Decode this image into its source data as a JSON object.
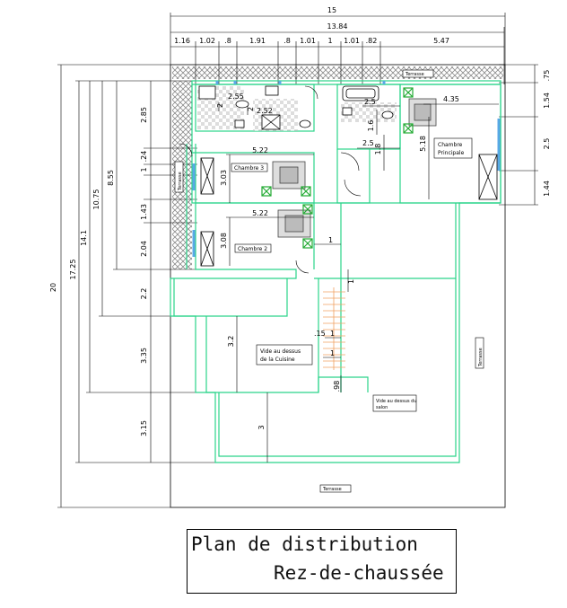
{
  "title": {
    "line1": "Plan de distribution",
    "line2": "Rez-de-chaussée"
  },
  "top_dims": {
    "overall": "15",
    "second": "13.84",
    "segments": [
      "1.16",
      "1.02",
      ".8",
      "1.91",
      ".8",
      "1.01",
      "1",
      "1.01",
      ".82",
      "5.47"
    ]
  },
  "left_dims": {
    "overall": "20",
    "second": "17.25",
    "third": "14.1",
    "fourth": "10.75",
    "fifth": "8.55",
    "segments": [
      "2.85",
      ".24",
      "1",
      "1.43",
      "2.04",
      "2.2",
      "3.35",
      "3.15"
    ]
  },
  "right_dims": {
    "segments": [
      ".75",
      "1.54",
      "2.5",
      "1.44"
    ]
  },
  "interior_dims": {
    "d_255": "2.55",
    "d_252": "2.52",
    "d_2_a": "2",
    "d_2_b": "2",
    "d_522_a": "5.22",
    "d_303": "3.03",
    "d_522_b": "5.22",
    "d_308": "3.08",
    "d_1_a": "1",
    "d_1_b": "1",
    "d_32": "3.2",
    "d_15": ".15",
    "d_1_c": "1",
    "d_1_d": "1",
    "d_98": ".98",
    "d_3": "3",
    "d_435": "4.35",
    "d_25_a": "2.5",
    "d_16": "1.6",
    "d_25_b": "2.5",
    "d_18": "1.8",
    "d_518": "5.18"
  },
  "rooms": {
    "chambre3": "Chambre 3",
    "chambre2": "Chambre 2",
    "principale_l1": "Chambre",
    "principale_l2": "Principale",
    "cuisine_l1": "Vide au dessus",
    "cuisine_l2": "de la Cuisine",
    "salon_l1": "Vide au dessus du",
    "salon_l2": "salon"
  },
  "terrace_labels": {
    "top": "Terrasse",
    "left": "Terrasse",
    "right": "Terrasse",
    "bottom": "Terrasse"
  },
  "colors": {
    "wall": "#2bd48a",
    "line": "#000000",
    "window": "#5aa8e6",
    "stair": "#f0a060",
    "hatch": "#7a7a7a",
    "furniture": "#22aa33"
  }
}
